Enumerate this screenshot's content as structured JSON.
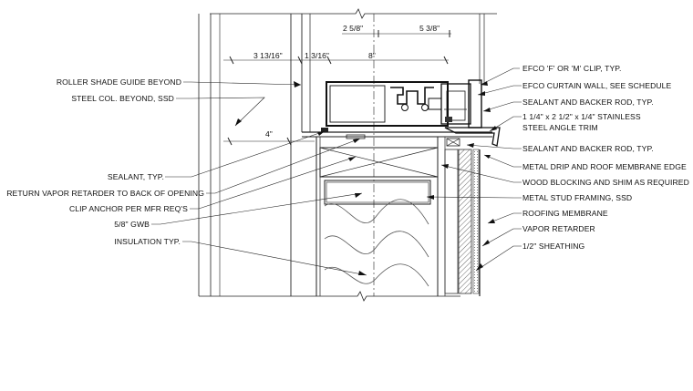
{
  "dimensions": {
    "d_2_5_8": "2 5/8\"",
    "d_5_3_8": "5 3/8\"",
    "d_3_13_16": "3 13/16\"",
    "d_1_3_16": "1 3/16\"",
    "d_8": "8\"",
    "d_4": "4\""
  },
  "labels_left": [
    "ROLLER SHADE GUIDE BEYOND",
    "STEEL COL. BEYOND, SSD",
    "SEALANT, TYP.",
    "RETURN VAPOR RETARDER TO BACK OF OPENING",
    "CLIP ANCHOR PER MFR REQ'S",
    "5/8\" GWB",
    "INSULATION TYP."
  ],
  "labels_right": [
    "EFCO 'F' OR 'M' CLIP, TYP.",
    "EFCO CURTAIN WALL, SEE SCHEDULE",
    "SEALANT AND BACKER ROD, TYP.",
    "1 1/4\" x 2 1/2\" x 1/4\" STAINLESS",
    "STEEL ANGLE TRIM",
    "SEALANT AND BACKER ROD, TYP.",
    "METAL DRIP AND ROOF MEMBRANE EDGE",
    "WOOD BLOCKING AND SHIM AS REQUIRED",
    "METAL STUD FRAMING, SSD",
    "ROOFING MEMBRANE",
    "VAPOR RETARDER",
    "1/2\" SHEATHING"
  ]
}
